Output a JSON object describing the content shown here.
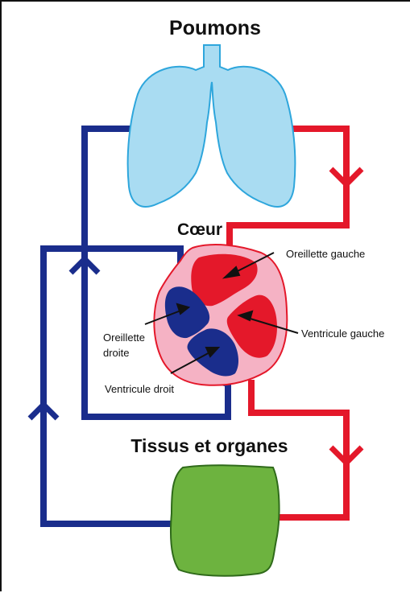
{
  "labels": {
    "lungs": "Poumons",
    "heart": "Cœur",
    "tissues": "Tissus et organes",
    "left_atrium": "Oreillette gauche",
    "left_ventricle": "Ventricule gauche",
    "right_atrium_line1": "Oreillette",
    "right_atrium_line2": "droite",
    "right_ventricle": "Ventricule droit"
  },
  "colors": {
    "deoxygenated": "#1a2d8c",
    "oxygenated": "#e4182a",
    "lungs_fill": "#a9dcf2",
    "lungs_stroke": "#2ea6dc",
    "heart_fill": "#f5b2c4",
    "tissue_fill": "#6db33f"
  }
}
